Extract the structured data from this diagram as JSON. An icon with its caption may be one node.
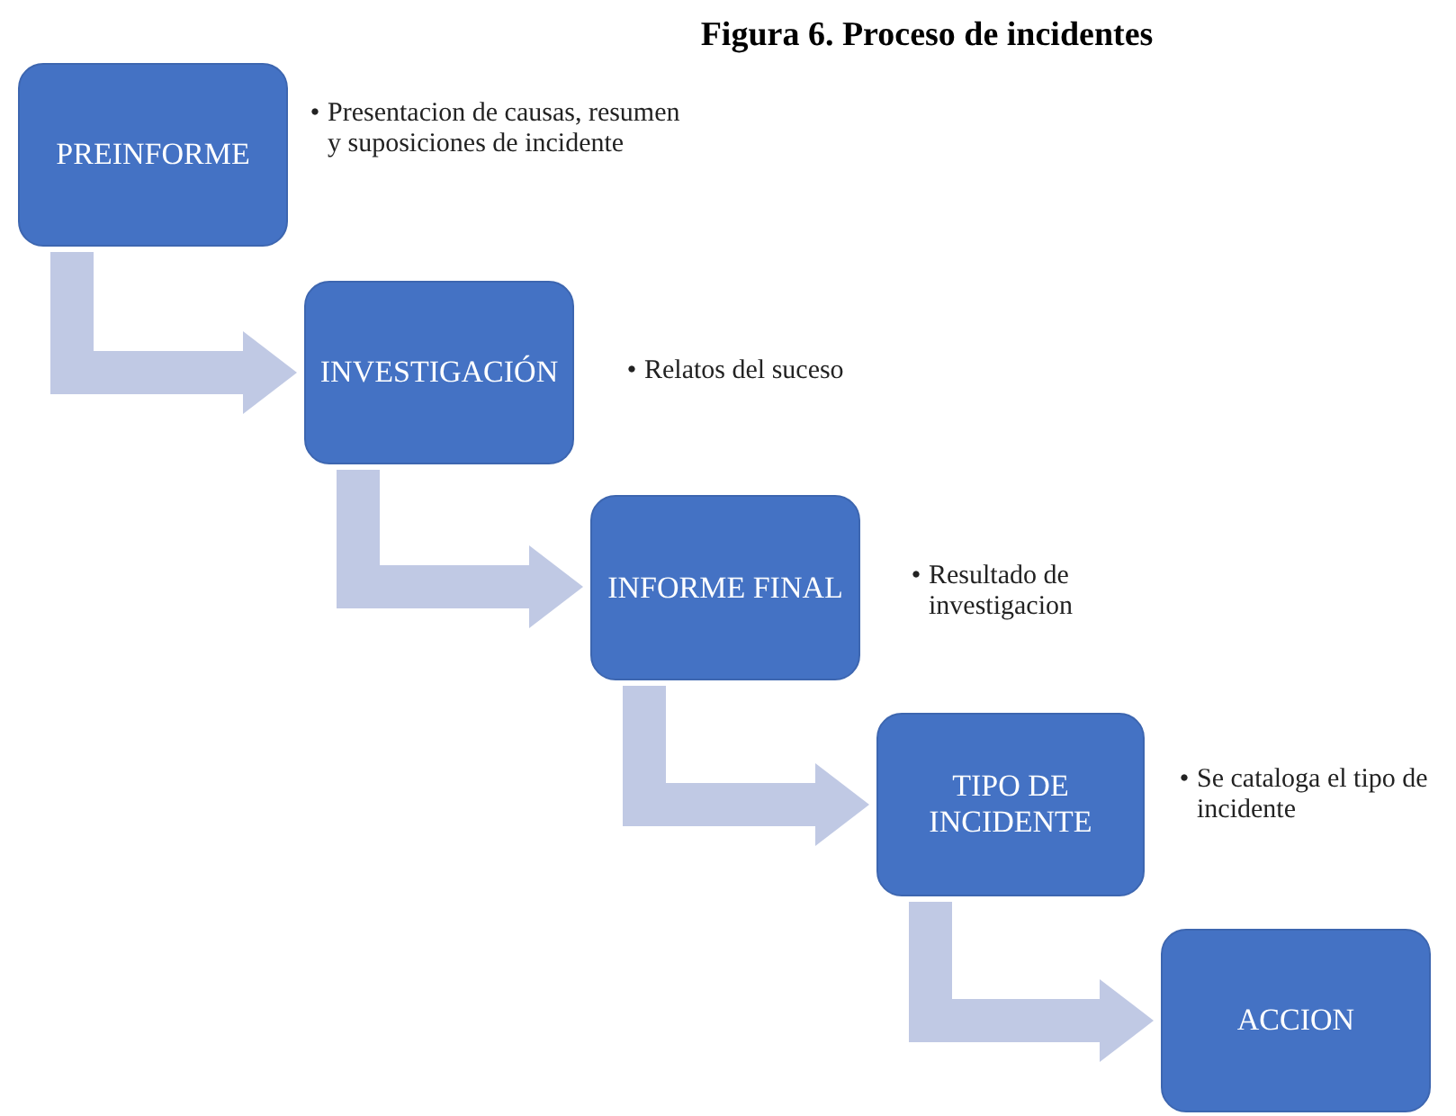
{
  "diagram": {
    "title": "Figura 6. Proceso de incidentes",
    "nodes": [
      {
        "text": [
          "PREINFORME"
        ],
        "beside": [
          "Presentacion de causas, resumen y suposiciones de incidente"
        ]
      },
      {
        "text": [
          "INVESTIGACIÓN"
        ],
        "beside": [
          "Relatos del suceso"
        ]
      },
      {
        "text": [
          "INFORME FINAL"
        ],
        "beside": [
          "Resultado de investigacion"
        ]
      },
      {
        "text": [
          "TIPO DE INCIDENTE"
        ],
        "beside": [
          "Se cataloga el tipo de incidente"
        ]
      },
      {
        "text": [
          "ACCION"
        ]
      }
    ],
    "edges": [
      {
        "from": 0,
        "to": 1,
        "arrow": "to"
      },
      {
        "from": 1,
        "to": 2,
        "arrow": "to"
      },
      {
        "from": 2,
        "to": 3,
        "arrow": "to"
      },
      {
        "from": 3,
        "to": 4,
        "arrow": "to"
      }
    ]
  }
}
